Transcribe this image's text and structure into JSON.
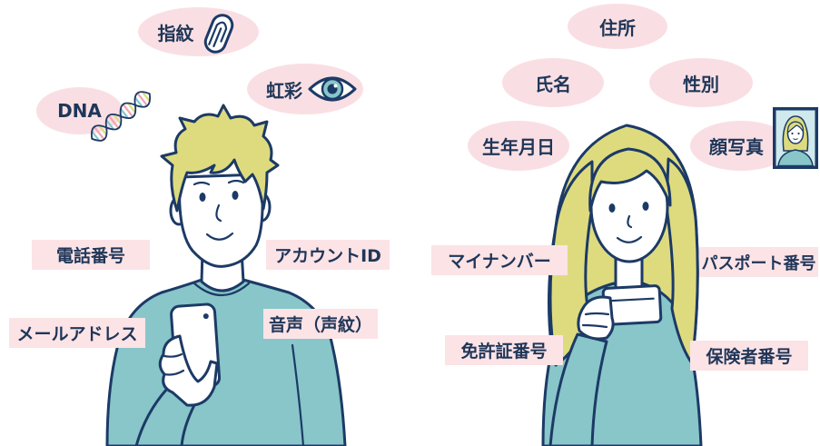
{
  "colors": {
    "bubble": "#f9dfe3",
    "tag": "#fce3e6",
    "text": "#1f3658",
    "outline": "#1c3a66",
    "hair": "#dedb7f",
    "sweater": "#88c6c9",
    "skin": "#ffffff",
    "photo_bg": "#cfe9ec"
  },
  "icons": {
    "fingerprint": "fingerprint-icon",
    "eye": "eye-icon",
    "dna": "dna-helix-icon",
    "portrait": "portrait-photo-icon",
    "phone": "smartphone-icon",
    "card": "id-card-icon"
  },
  "left": {
    "bubbles": [
      {
        "text": "指紋"
      },
      {
        "text": "DNA"
      },
      {
        "text": "虹彩"
      }
    ],
    "tags": [
      {
        "text": "電話番号"
      },
      {
        "text": "アカウントID"
      },
      {
        "text": "メールアドレス"
      },
      {
        "text": "音声（声紋）"
      }
    ]
  },
  "right": {
    "bubbles": [
      {
        "text": "住所"
      },
      {
        "text": "氏名"
      },
      {
        "text": "性別"
      },
      {
        "text": "生年月日"
      },
      {
        "text": "顔写真"
      }
    ],
    "tags": [
      {
        "text": "マイナンバー"
      },
      {
        "text": "パスポート番号"
      },
      {
        "text": "免許証番号"
      },
      {
        "text": "保険者番号"
      }
    ]
  }
}
